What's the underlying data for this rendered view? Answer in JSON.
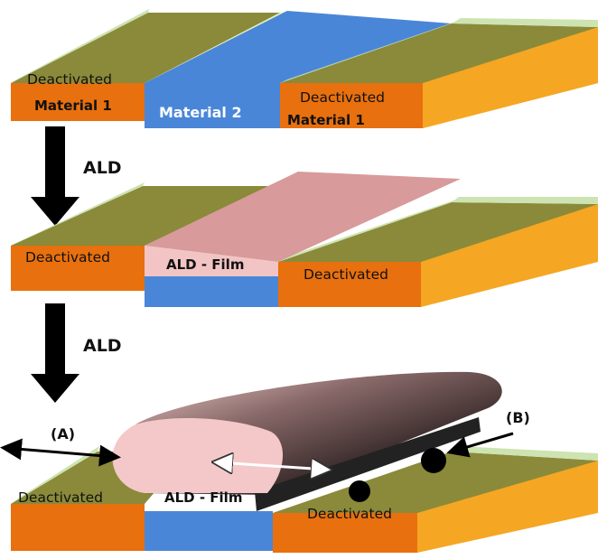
{
  "diagram": {
    "top": {
      "left_surface": "Deactivated",
      "left_substrate": "Material 1",
      "center_substrate": "Material 2",
      "right_surface": "Deactivated",
      "right_substrate": "Material 1"
    },
    "step1_label": "ALD",
    "middle": {
      "left_surface": "Deactivated",
      "film": "ALD - Film",
      "right_surface": "Deactivated"
    },
    "step2_label": "ALD",
    "bottom": {
      "left_surface": "Deactivated",
      "film": "ALD - Film",
      "right_surface": "Deactivated",
      "marker_a": "(A)",
      "marker_b": "(B)"
    },
    "colors": {
      "deactivated_top": "#8a8a3a",
      "deactivated_edge": "#c8e0a8",
      "material1_front": "#e8700e",
      "material1_side": "#f5a623",
      "material2": "#4a86d8",
      "ald_film": "#d89a9a",
      "ald_film_light": "#f2c4c4",
      "arrow": "#000000"
    }
  }
}
